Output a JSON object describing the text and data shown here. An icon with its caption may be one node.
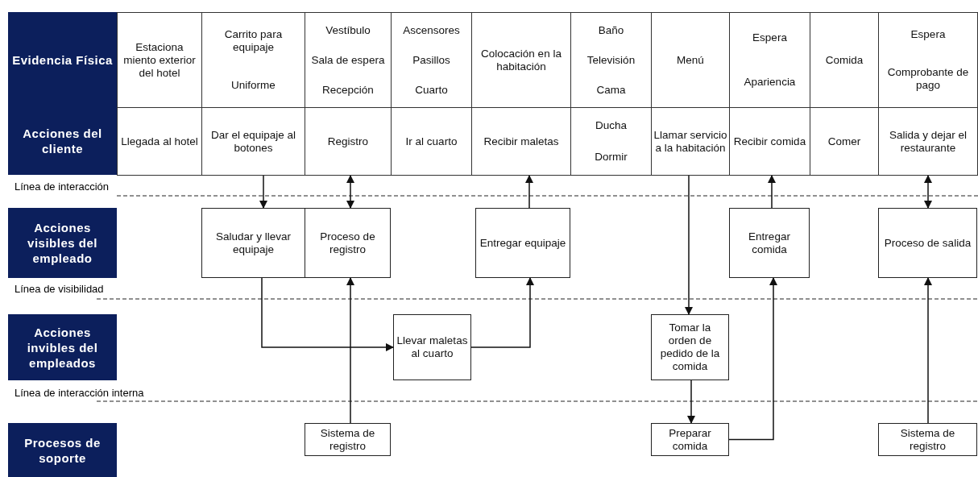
{
  "diagram": {
    "nodes": [
      {
        "text": [
          "Evidencia Física"
        ]
      },
      {
        "text": [
          "Estaciona miento exterior del hotel"
        ]
      },
      {
        "text": [
          "Carrito para equipaje",
          "Uniforme"
        ]
      },
      {
        "text": [
          "Vestíbulo",
          "Sala de espera",
          "Recepción"
        ]
      },
      {
        "text": [
          "Ascensores",
          "Pasillos",
          "Cuarto"
        ]
      },
      {
        "text": [
          "Colocación en la habitación"
        ]
      },
      {
        "text": [
          "Baño",
          "Televisión",
          "Cama"
        ]
      },
      {
        "text": [
          "Menú"
        ]
      },
      {
        "text": [
          "Espera",
          "Apariencia"
        ]
      },
      {
        "text": [
          "Comida"
        ]
      },
      {
        "text": [
          "Espera",
          "Comprobante de pago"
        ]
      },
      {
        "text": [
          "Acciones del cliente"
        ]
      },
      {
        "text": [
          "Llegada al hotel"
        ]
      },
      {
        "text": [
          "Dar el equipaje al botones"
        ]
      },
      {
        "text": [
          "Registro"
        ]
      },
      {
        "text": [
          "Ir al cuarto"
        ]
      },
      {
        "text": [
          "Recibir maletas"
        ]
      },
      {
        "text": [
          "Ducha",
          "Dormir"
        ]
      },
      {
        "text": [
          "Llamar servicio a la habitación"
        ]
      },
      {
        "text": [
          "Recibir comida"
        ]
      },
      {
        "text": [
          "Comer"
        ]
      },
      {
        "text": [
          "Salida y dejar el restaurante"
        ]
      },
      {
        "text": [
          "Acciones visibles del empleado"
        ]
      },
      {
        "text": [
          "Saludar y llevar equipaje"
        ]
      },
      {
        "text": [
          "Proceso de registro"
        ]
      },
      {
        "text": [
          "Entregar equipaje"
        ]
      },
      {
        "text": [
          "Entregar comida"
        ]
      },
      {
        "text": [
          "Proceso de salida"
        ]
      },
      {
        "text": [
          "Acciones invibles del empleados"
        ]
      },
      {
        "text": [
          "Llevar maletas al cuarto"
        ]
      },
      {
        "text": [
          "Tomar la orden de pedido de la comida"
        ]
      },
      {
        "text": [
          "Procesos de soporte"
        ]
      },
      {
        "text": [
          "Sistema de registro"
        ]
      },
      {
        "text": [
          "Preparar comida"
        ]
      },
      {
        "text": [
          "Sistema de registro"
        ]
      }
    ],
    "edges": [
      {
        "from": 13,
        "to": 23,
        "arrow": "to"
      },
      {
        "from": 14,
        "to": 24,
        "arrow": "both"
      },
      {
        "from": 25,
        "to": 16,
        "arrow": "to"
      },
      {
        "from": 18,
        "to": 30,
        "arrow": "to"
      },
      {
        "from": 26,
        "to": 19,
        "arrow": "to"
      },
      {
        "from": 21,
        "to": 27,
        "arrow": "both"
      },
      {
        "from": 23,
        "to": 29,
        "arrow": "to"
      },
      {
        "from": 32,
        "to": 24,
        "arrow": "to"
      },
      {
        "from": 29,
        "to": 25,
        "arrow": "to"
      },
      {
        "from": 30,
        "to": 33,
        "arrow": "to"
      },
      {
        "from": 33,
        "to": 26,
        "arrow": "to"
      },
      {
        "from": 34,
        "to": 27,
        "arrow": "to"
      }
    ],
    "labels": [
      "Línea de interacción",
      "Línea de visibilidad",
      "Línea de interacción interna"
    ]
  }
}
